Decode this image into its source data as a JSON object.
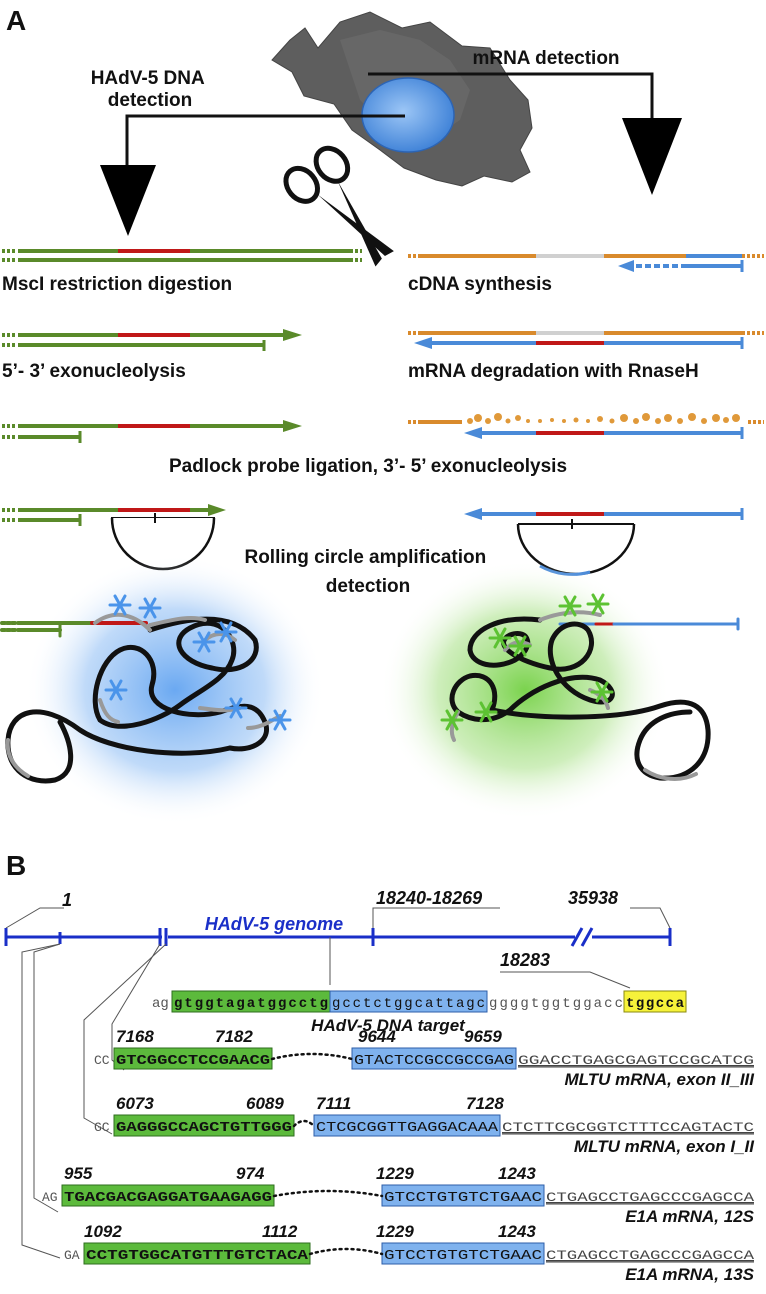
{
  "panel_a": {
    "letter": "A",
    "dna_detection": [
      "HAdV-5 DNA",
      "detection"
    ],
    "mrna_detection": "mRNA detection",
    "steps_left": [
      "MscI restriction digestion",
      "5’- 3’ exonucleolysis"
    ],
    "steps_right": [
      "cDNA synthesis",
      "mRNA degradation with RnaseH"
    ],
    "padlock": "Padlock probe ligation, 3’- 5’ exonucleolysis",
    "rca": [
      "Rolling circle amplification",
      "detection"
    ],
    "icons": [
      "cell-icon",
      "scissors-icon",
      "asterisk-icon"
    ],
    "colors": {
      "dna": "#5a8a2a",
      "target": "#c01818",
      "mrna": "#d98a2c",
      "cdna": "#4a8ad8",
      "blue_glow": "#6aa8ee",
      "green_glow": "#7ad04a"
    }
  },
  "panel_b": {
    "letter": "B",
    "genome_label": "HAdV-5 genome",
    "positions": {
      "start": "1",
      "target": "18240-18269",
      "end": "35938",
      "site": "18283"
    },
    "dna_target": {
      "prefix": "ag",
      "green": "gtggtagatggcctg",
      "blue": "gcctctggcattagc",
      "mid": "ggggtggtggacc",
      "yellow": "tggcca",
      "label": "HAdV-5 DNA target"
    },
    "rows": [
      {
        "n1": "7168",
        "n2": "7182",
        "n3": "9644",
        "n4": "9659",
        "prefix": "CC",
        "green": "GTCGGCCTCCGAACG",
        "blue": "GTACTCCGCCGCCGAG",
        "tail": "GGACCTGAGCGAGTCCGCATCG",
        "label": "MLTU mRNA, exon II_III"
      },
      {
        "n1": "6073",
        "n2": "6089",
        "n3": "7111",
        "n4": "7128",
        "prefix": "GC",
        "green": "GAGGGCCAGCTGTTGGG",
        "blue": "CTCGCGGTTGAGGACAAA",
        "tail": "CTCTTCGCGGTCTTTCCAGTACTC",
        "label": "MLTU mRNA, exon I_II"
      },
      {
        "n1": "955",
        "n2": "974",
        "n3": "1229",
        "n4": "1243",
        "prefix": "AG",
        "green": "TGACGACGAGGATGAAGAGG",
        "blue": "GTCCTGTGTCTGAAC",
        "tail": "CTGAGCCTGAGCCCGAGCCA",
        "label": "E1A mRNA, 12S"
      },
      {
        "n1": "1092",
        "n2": "1112",
        "n3": "1229",
        "n4": "1243",
        "prefix": "GA",
        "green": "CCTGTGGCATGTTTGTCTACA",
        "blue": "GTCCTGTGTCTGAAC",
        "tail": "CTGAGCCTGAGCCCGAGCCA",
        "label": "E1A mRNA, 13S"
      }
    ]
  }
}
